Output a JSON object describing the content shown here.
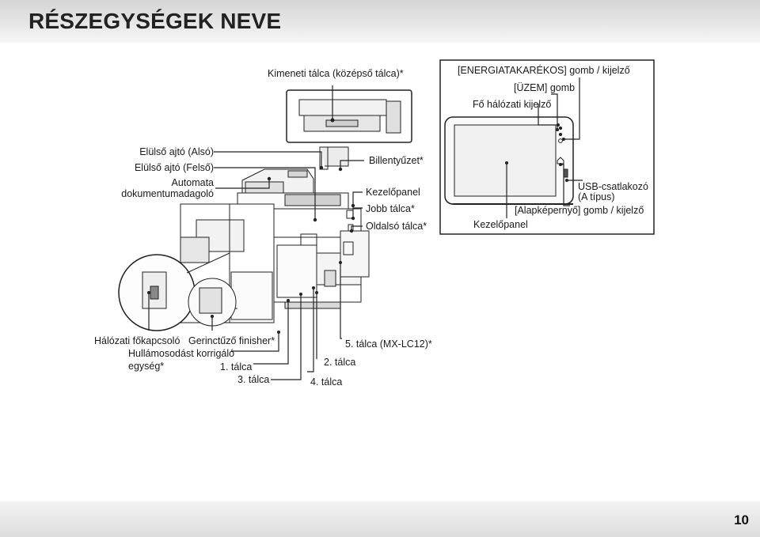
{
  "page": {
    "title": "RÉSZEGYSÉGEK NEVE",
    "page_number": "10"
  },
  "labels": {
    "output_tray": "Kimeneti tálca (középső tálca)*",
    "front_door_lower": "Elülső ajtó (Alsó)",
    "front_door_upper": "Elülső ajtó (Felső)",
    "adf_line1": "Automata",
    "adf_line2": "dokumentumadagoló",
    "keyboard": "Billentyűzet*",
    "operation_panel": "Kezelőpanel",
    "right_tray": "Jobb tálca*",
    "side_tray": "Oldalsó tálca*",
    "energy_save": "[ENERGIATAKARÉKOS] gomb / kijelző",
    "power_button": "[ÜZEM] gomb",
    "main_power_indicator": "Fő hálózati kijelző",
    "usb_line1": "USB-csatlakozó",
    "usb_line2": "(A típus)",
    "home_screen": "[Alapképernyő] gomb / kijelző",
    "panel_operation": "Kezelőpanel",
    "main_power_switch": "Hálózati főkapcsoló",
    "saddle_finisher": "Gerinctűző finisher*",
    "curl_line1": "Hullámosodást korrigáló",
    "curl_line2": "egység*",
    "tray1": "1. tálca",
    "tray3": "3. tálca",
    "tray2": "2. tálca",
    "tray4": "4. tálca",
    "tray5": "5. tálca (MX-LC12)*"
  }
}
